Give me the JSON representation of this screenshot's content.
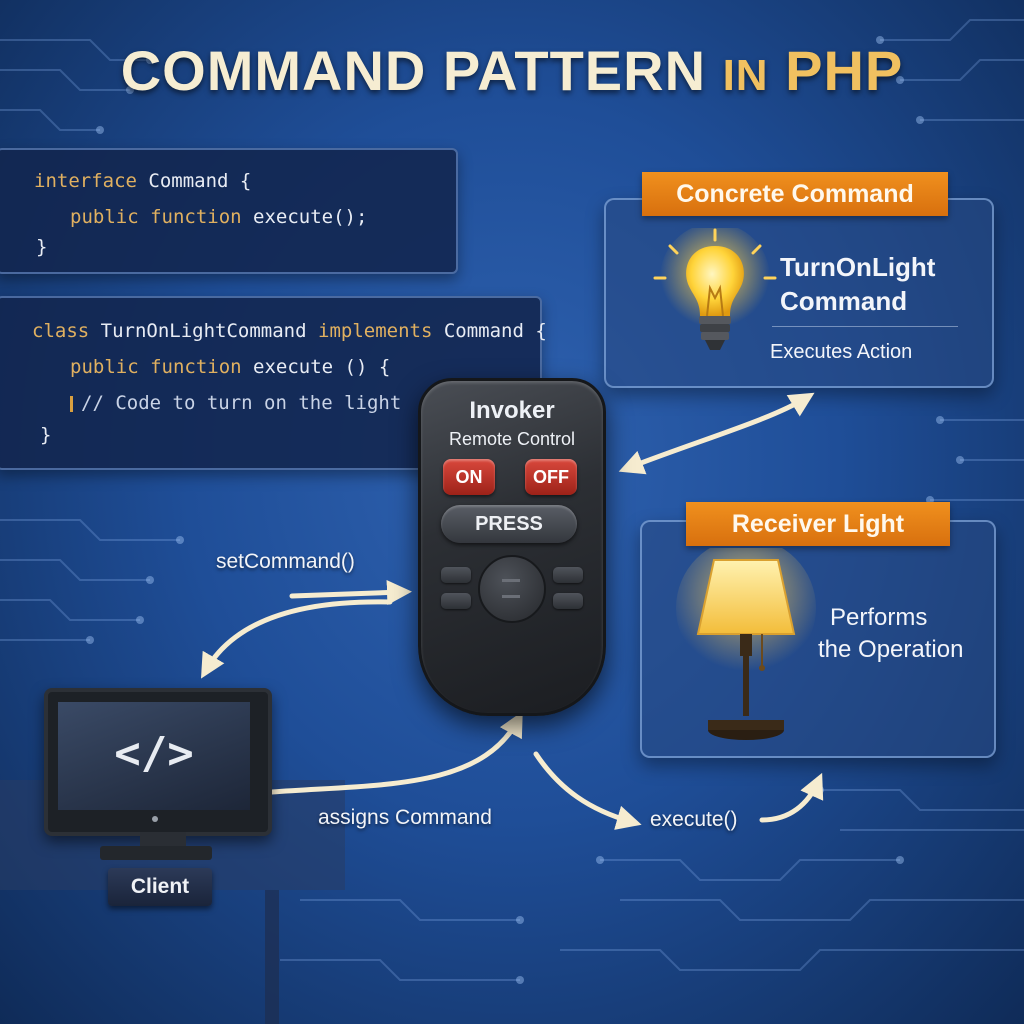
{
  "title": {
    "main": "COMMAND PATTERN",
    "in": "IN",
    "php": "PHP"
  },
  "interface_code": {
    "line1_kw": "interface",
    "line1_rest": "Command {",
    "line2_kw": "public function",
    "line2_rest": "execute();",
    "line3": "}"
  },
  "class_code": {
    "line1_kw": "class",
    "line1_name": "TurnOnLightCommand",
    "line1_impl": "implements",
    "line1_rest": "Command {",
    "line2_kw": "public function",
    "line2_rest": "execute () {",
    "line3": "// Code to turn on the light",
    "line4": "}"
  },
  "concrete_command": {
    "tag": "Concrete Command",
    "name_line1": "TurnOnLight",
    "name_line2": "Command",
    "caption": "Executes Action"
  },
  "receiver": {
    "tag": "Receiver Light",
    "line1": "Performs",
    "line2": "the Operation"
  },
  "invoker": {
    "title": "Invoker",
    "subtitle": "Remote Control",
    "on_label": "ON",
    "off_label": "OFF",
    "press_label": "PRESS"
  },
  "client": {
    "label": "Client",
    "screen_glyph": "</>"
  },
  "flows": {
    "set_command": "setCommand()",
    "assigns_command": "assigns Command",
    "execute": "execute()"
  },
  "colors": {
    "accent_orange": "#e8821a",
    "code_keyword": "#e0b060",
    "button_red": "#c3352a"
  }
}
